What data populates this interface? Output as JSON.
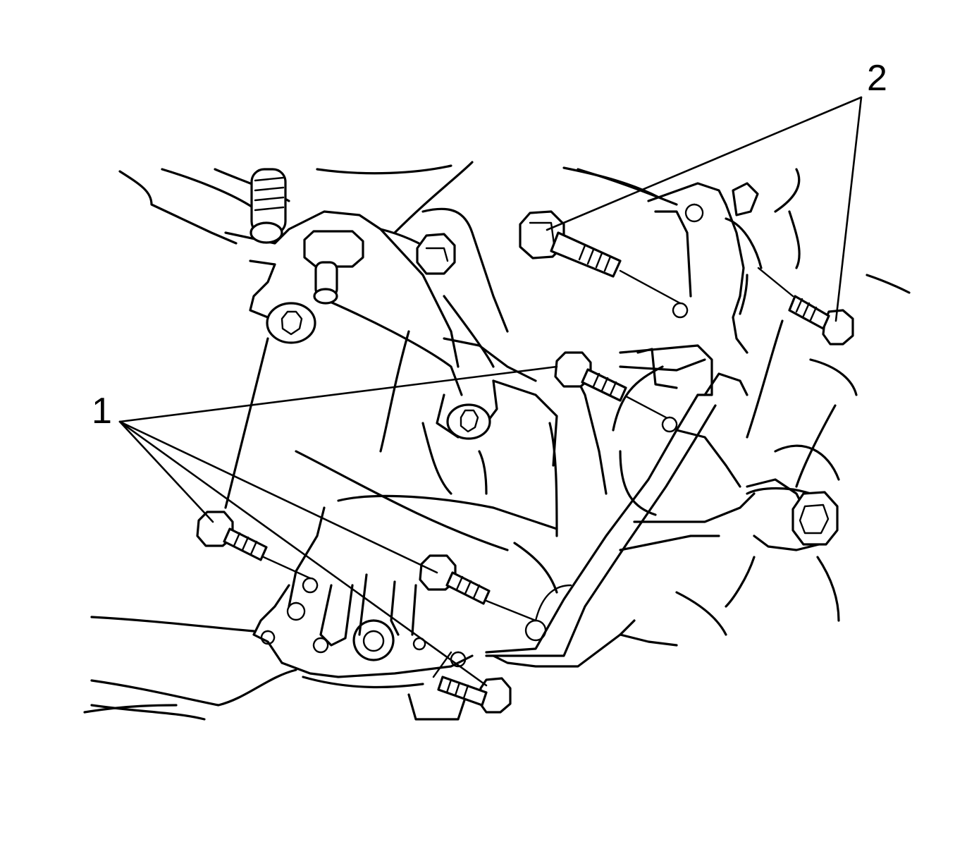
{
  "callouts": [
    {
      "id": "callout-1",
      "label": "1"
    },
    {
      "id": "callout-2",
      "label": "2"
    }
  ]
}
